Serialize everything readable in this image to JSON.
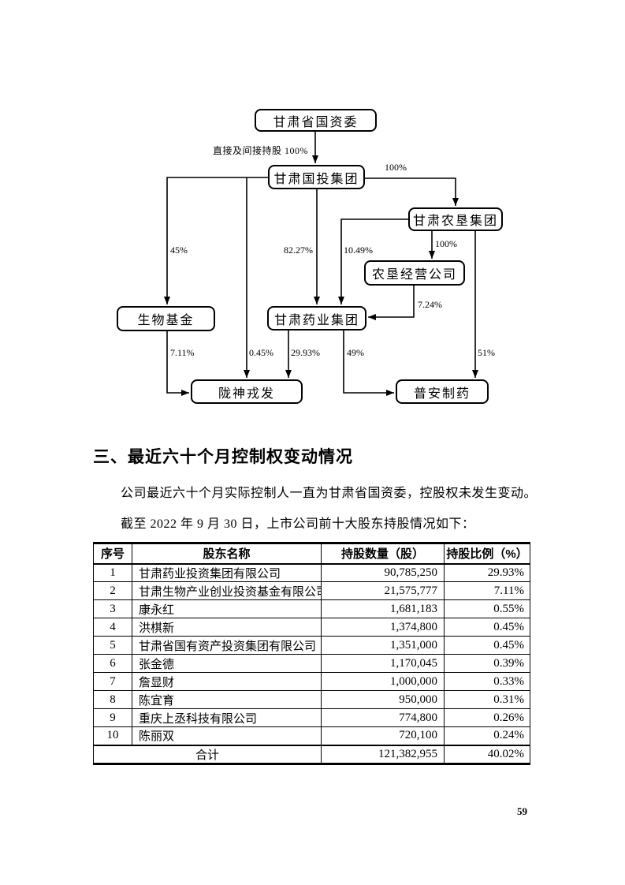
{
  "diagram": {
    "nodes": {
      "gzw": "甘肃省国资委",
      "guotou": "甘肃国投集团",
      "nongken": "甘肃农垦集团",
      "nkjy": "农垦经营公司",
      "swjj": "生物基金",
      "yaoye": "甘肃药业集团",
      "lsrf": "陇神戎发",
      "pazy": "普安制药"
    },
    "edge_labels": {
      "gzw_guotou": "直接及间接持股 100%",
      "guotou_nongken": "100%",
      "guotou_swjj": "45%",
      "guotou_yaoye": "82.27%",
      "nongken_yaoye": "10.49%",
      "nongken_nkjy": "100%",
      "nkjy_yaoye": "7.24%",
      "swjj_lsrf": "7.11%",
      "guotou_lsrf": "0.45%",
      "yaoye_lsrf": "29.93%",
      "yaoye_pazy": "49%",
      "nongken_pazy": "51%"
    }
  },
  "section": {
    "heading": "三、最近六十个月控制权变动情况",
    "para1": "公司最近六十个月实际控制人一直为甘肃省国资委，控股权未发生变动。",
    "para2": "截至 2022 年 9 月 30 日，上市公司前十大股东持股情况如下："
  },
  "table": {
    "headers": [
      "序号",
      "股东名称",
      "持股数量（股）",
      "持股比例（%）"
    ],
    "rows": [
      [
        "1",
        "甘肃药业投资集团有限公司",
        "90,785,250",
        "29.93%"
      ],
      [
        "2",
        "甘肃生物产业创业投资基金有限公司",
        "21,575,777",
        "7.11%"
      ],
      [
        "3",
        "康永红",
        "1,681,183",
        "0.55%"
      ],
      [
        "4",
        "洪棋新",
        "1,374,800",
        "0.45%"
      ],
      [
        "5",
        "甘肃省国有资产投资集团有限公司",
        "1,351,000",
        "0.45%"
      ],
      [
        "6",
        "张金德",
        "1,170,045",
        "0.39%"
      ],
      [
        "7",
        "詹显财",
        "1,000,000",
        "0.33%"
      ],
      [
        "8",
        "陈宜育",
        "950,000",
        "0.31%"
      ],
      [
        "9",
        "重庆上丞科技有限公司",
        "774,800",
        "0.26%"
      ],
      [
        "10",
        "陈丽双",
        "720,100",
        "0.24%"
      ]
    ],
    "total_label": "合计",
    "total_qty": "121,382,955",
    "total_pct": "40.02%"
  },
  "page": {
    "number": "59"
  }
}
